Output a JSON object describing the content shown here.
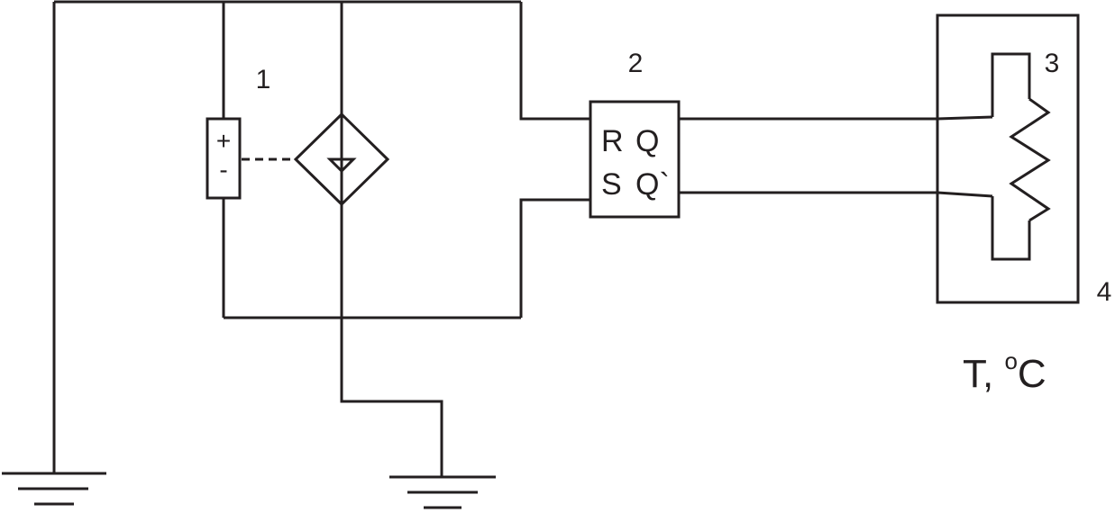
{
  "labels": {
    "source_number": "1",
    "trigger_number": "2",
    "heater_number": "3",
    "chamber_number": "4",
    "plus": "+",
    "minus": "-",
    "pin_r": "R",
    "pin_q": "Q",
    "pin_s": "S",
    "pin_q_bar": "Q`",
    "temperature_main": "T, ",
    "temperature_sup": "o",
    "temperature_unit": "C"
  },
  "colors": {
    "line": "#231f20",
    "background": "#ffffff"
  }
}
